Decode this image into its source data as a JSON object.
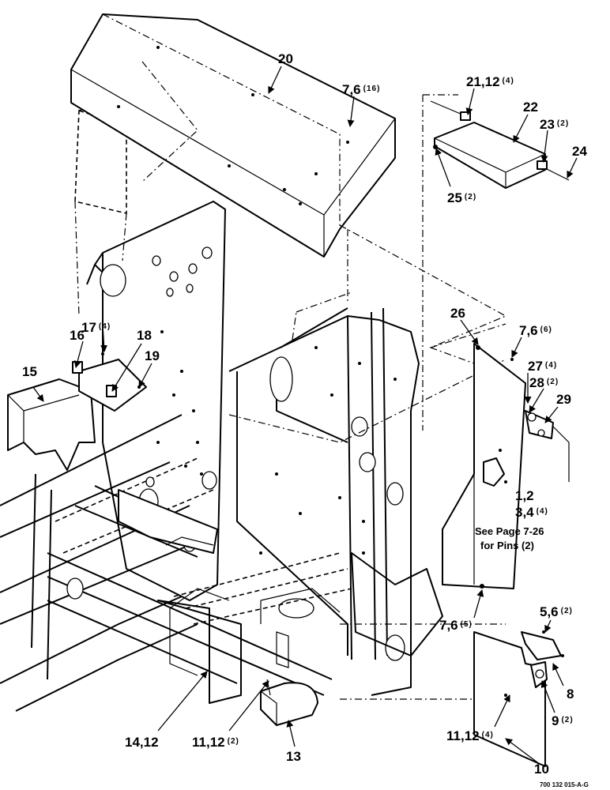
{
  "callouts": [
    {
      "id": "c20",
      "text": "20",
      "qty": ""
    },
    {
      "id": "c76_top",
      "text": "7,6",
      "qty": "(16)"
    },
    {
      "id": "c2112_top",
      "text": "21,12",
      "qty": "(4)"
    },
    {
      "id": "c22",
      "text": "22",
      "qty": ""
    },
    {
      "id": "c23",
      "text": "23",
      "qty": "(2)"
    },
    {
      "id": "c24",
      "text": "24",
      "qty": ""
    },
    {
      "id": "c25",
      "text": "25",
      "qty": "(2)"
    },
    {
      "id": "c26",
      "text": "26",
      "qty": ""
    },
    {
      "id": "c76_mid",
      "text": "7,6",
      "qty": "(6)"
    },
    {
      "id": "c27",
      "text": "27",
      "qty": "(4)"
    },
    {
      "id": "c28",
      "text": "28",
      "qty": "(2)"
    },
    {
      "id": "c29",
      "text": "29",
      "qty": ""
    },
    {
      "id": "c12",
      "text": "1,2",
      "qty": ""
    },
    {
      "id": "c34",
      "text": "3,4",
      "qty": "(4)"
    },
    {
      "id": "c16",
      "text": "16",
      "qty": ""
    },
    {
      "id": "c17",
      "text": "17",
      "qty": "(4)"
    },
    {
      "id": "c18",
      "text": "18",
      "qty": ""
    },
    {
      "id": "c19",
      "text": "19",
      "qty": ""
    },
    {
      "id": "c15",
      "text": "15",
      "qty": ""
    },
    {
      "id": "c76_low",
      "text": "7,6",
      "qty": "(5)"
    },
    {
      "id": "c56",
      "text": "5,6",
      "qty": "(2)"
    },
    {
      "id": "c8",
      "text": "8",
      "qty": ""
    },
    {
      "id": "c9",
      "text": "9",
      "qty": "(2)"
    },
    {
      "id": "c1112_right",
      "text": "11,12",
      "qty": "(4)"
    },
    {
      "id": "c10",
      "text": "10",
      "qty": ""
    },
    {
      "id": "c1412",
      "text": "14,12",
      "qty": ""
    },
    {
      "id": "c1112_left",
      "text": "11,12",
      "qty": "(2)"
    },
    {
      "id": "c13",
      "text": "13",
      "qty": ""
    }
  ],
  "note": {
    "line1": "See Page 7-26",
    "line2": "for Pins (2)"
  },
  "drawing_code": "700 132 015-A-G"
}
